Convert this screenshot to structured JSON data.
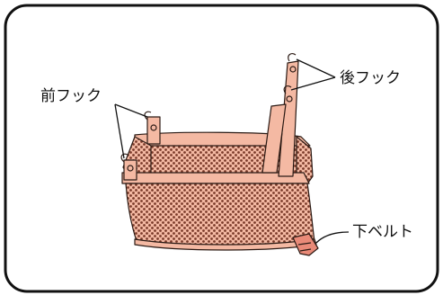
{
  "labels": {
    "front_hook": "前フック",
    "rear_hook": "後フック",
    "lower_belt": "下ベルト"
  },
  "colors": {
    "frame_fill": "#f4b9a3",
    "frame_stroke": "#2b1a14",
    "mesh_dots": "#7a3a2a",
    "panel_border": "#111111",
    "background": "#ffffff"
  }
}
